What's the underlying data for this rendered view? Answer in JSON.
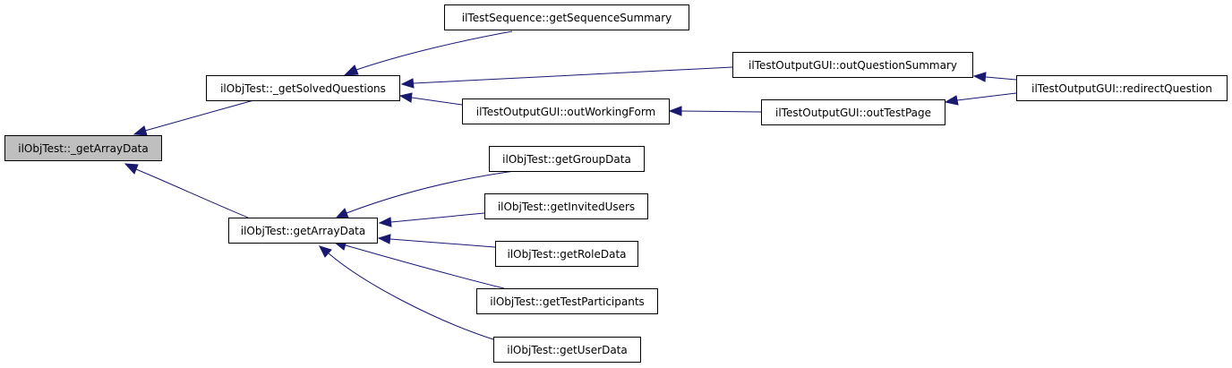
{
  "graph": {
    "edge_color": "#191970",
    "root_fill": "#bfbfbf",
    "node_fill": "#ffffff",
    "nodes": {
      "root": "ilObjTest::_getArrayData",
      "solved": "ilObjTest::_getSolvedQuestions",
      "arraydata": "ilObjTest::getArrayData",
      "seqsum": "ilTestSequence::getSequenceSummary",
      "outqs": "ilTestOutputGUI::outQuestionSummary",
      "redirect": "ilTestOutputGUI::redirectQuestion",
      "outwf": "ilTestOutputGUI::outWorkingForm",
      "outtp": "ilTestOutputGUI::outTestPage",
      "groupdata": "ilObjTest::getGroupData",
      "invited": "ilObjTest::getInvitedUsers",
      "roledata": "ilObjTest::getRoleData",
      "participants": "ilObjTest::getTestParticipants",
      "userdata": "ilObjTest::getUserData"
    }
  }
}
